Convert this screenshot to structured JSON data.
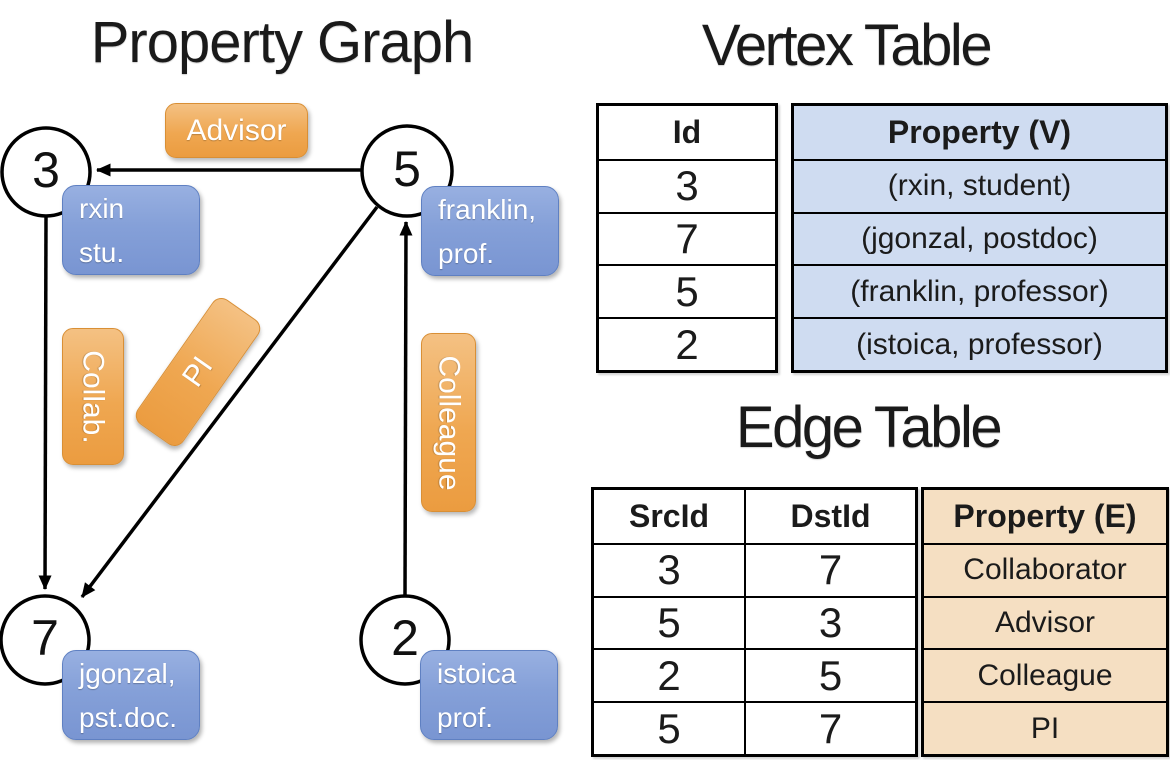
{
  "titles": {
    "graph": "Property Graph",
    "vertex_table": "Vertex Table",
    "edge_table": "Edge Table"
  },
  "graph": {
    "nodes": [
      {
        "id": "3"
      },
      {
        "id": "5"
      },
      {
        "id": "7"
      },
      {
        "id": "2"
      }
    ],
    "vertex_labels": [
      {
        "node": "3",
        "lines": [
          "rxin",
          "stu."
        ]
      },
      {
        "node": "5",
        "lines": [
          "franklin,",
          "prof."
        ]
      },
      {
        "node": "7",
        "lines": [
          "jgonzal,",
          "pst.doc."
        ]
      },
      {
        "node": "2",
        "lines": [
          "istoica",
          "prof."
        ]
      }
    ],
    "edges": [
      {
        "src": "5",
        "dst": "3",
        "label": "Advisor"
      },
      {
        "src": "3",
        "dst": "7",
        "label": "Collab."
      },
      {
        "src": "5",
        "dst": "7",
        "label": "PI"
      },
      {
        "src": "2",
        "dst": "5",
        "label": "Colleague"
      }
    ]
  },
  "vertex_table": {
    "columns": [
      "Id",
      "Property (V)"
    ],
    "rows": [
      [
        "3",
        "(rxin, student)"
      ],
      [
        "7",
        "(jgonzal, postdoc)"
      ],
      [
        "5",
        "(franklin, professor)"
      ],
      [
        "2",
        "(istoica, professor)"
      ]
    ]
  },
  "edge_table": {
    "columns": [
      "SrcId",
      "DstId",
      "Property (E)"
    ],
    "rows": [
      [
        "3",
        "7",
        "Collaborator"
      ],
      [
        "5",
        "3",
        "Advisor"
      ],
      [
        "2",
        "5",
        "Colleague"
      ],
      [
        "5",
        "7",
        "PI"
      ]
    ]
  },
  "colors": {
    "edge_label_orange": "#EFA751",
    "vertex_label_blue": "#85A0D8",
    "vertex_property_bg": "#CFDCF1",
    "edge_property_bg": "#F5DFC2",
    "line_black": "#000000",
    "text_white": "#FFFFFF"
  }
}
